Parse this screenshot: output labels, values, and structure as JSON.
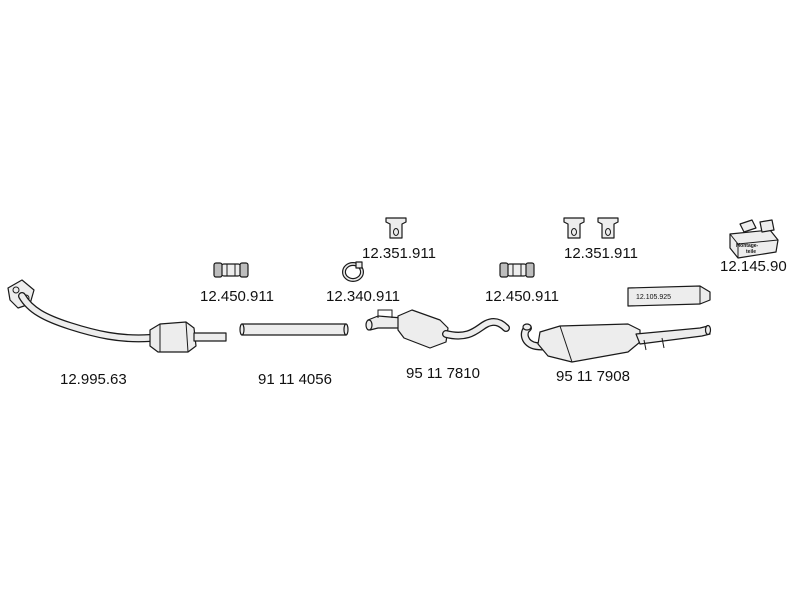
{
  "parts": {
    "front_pipe_catalyst": {
      "number": "12.995.63"
    },
    "intermediate_pipe": {
      "number": "91 11 4056"
    },
    "middle_silencer": {
      "number": "95 11 7810"
    },
    "rear_silencer": {
      "number": "95 11 7908"
    },
    "clamp_left": {
      "number": "12.450.911"
    },
    "clamp_right": {
      "number": "12.450.911"
    },
    "ring_clamp": {
      "number": "12.340.911"
    },
    "rubber_mount_middle": {
      "number": "12.351.911"
    },
    "rubber_mount_rear": {
      "number": "12.351.911"
    },
    "mounting_kit": {
      "number": "12.145.90",
      "box_label": "Montage-teile"
    },
    "label_box": {
      "number": "12.105.925"
    }
  }
}
